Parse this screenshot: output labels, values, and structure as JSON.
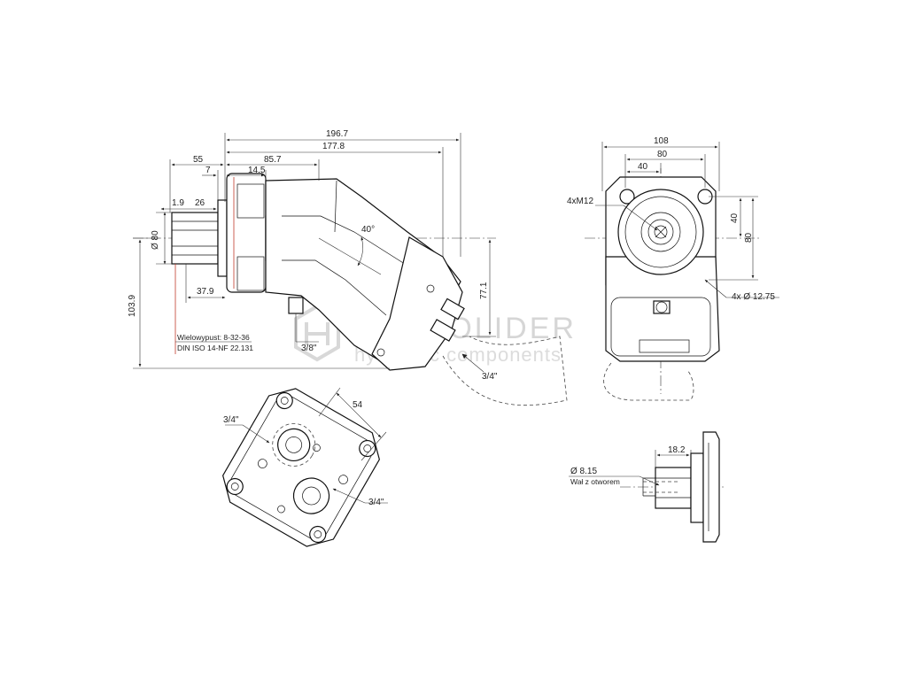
{
  "watermark": {
    "brand": "HYDROLIDER",
    "tagline": "hydraulic components"
  },
  "side_view": {
    "dims": {
      "overall_length": "196.7",
      "length_to_port": "177.8",
      "length_to_body": "85.7",
      "shaft_length": "55",
      "flange_step": "7",
      "flange_width": "14.5",
      "spline_offset": "1.9",
      "spline_length": "26",
      "shaft_diameter": "Ø 80",
      "flange_offset": "37.9",
      "height": "103.9",
      "port_height": "77.1",
      "bent_angle": "40°",
      "drain_port": "3/8\"",
      "pressure_port": "3/4\""
    },
    "spline_note_line1": "Wielowypust: 8-32-36",
    "spline_note_line2": "DIN ISO 14-NF 22.131"
  },
  "front_view": {
    "dims": {
      "width": "108",
      "bolt_spacing_h": "80",
      "half_spacing_h": "40",
      "thread": "4xM12",
      "half_spacing_v": "40",
      "bolt_spacing_v": "80",
      "holes": "4x Ø 12.75"
    }
  },
  "bottom_view": {
    "dims": {
      "port_spacing": "54",
      "port_a": "3/4\"",
      "port_b": "3/4\""
    }
  },
  "shaft_detail": {
    "dims": {
      "length": "18.2",
      "bore": "Ø 8.15"
    },
    "note": "Wał z otworem"
  }
}
